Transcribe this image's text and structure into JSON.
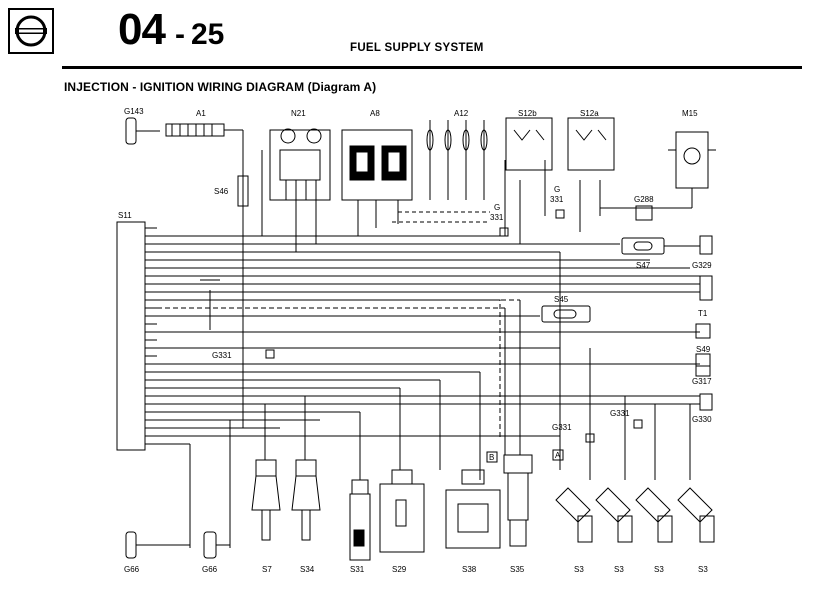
{
  "header": {
    "chapter": "04",
    "dash": "-",
    "page": "25",
    "section": "FUEL SUPPLY SYSTEM",
    "subtitle": "INJECTION - IGNITION WIRING DIAGRAM (Diagram A)"
  },
  "labels": {
    "g143": "G143",
    "a1": "A1",
    "n21": "N21",
    "a8": "A8",
    "a12": "A12",
    "s12b": "S12b",
    "s12a": "S12a",
    "m15": "M15",
    "s46": "S46",
    "s11": "S11",
    "g331_a": "G",
    "g331_a2": "331",
    "g331_b": "G",
    "g331_b2": "331",
    "g288": "G288",
    "s47": "S47",
    "g329": "G329",
    "s45": "S45",
    "t1": "T1",
    "s49": "S49",
    "g317": "G317",
    "g330": "G330",
    "g331_left": "G331",
    "g331_c": "G331",
    "g331_d": "G331",
    "box_b": "B",
    "box_a": "A",
    "g66_a": "G66",
    "g66_b": "G66",
    "s7": "S7",
    "s34": "S34",
    "s31": "S31",
    "s29": "S29",
    "s38": "S38",
    "s35": "S35",
    "s3_1": "S3",
    "s3_2": "S3",
    "s3_3": "S3",
    "s3_4": "S3"
  }
}
